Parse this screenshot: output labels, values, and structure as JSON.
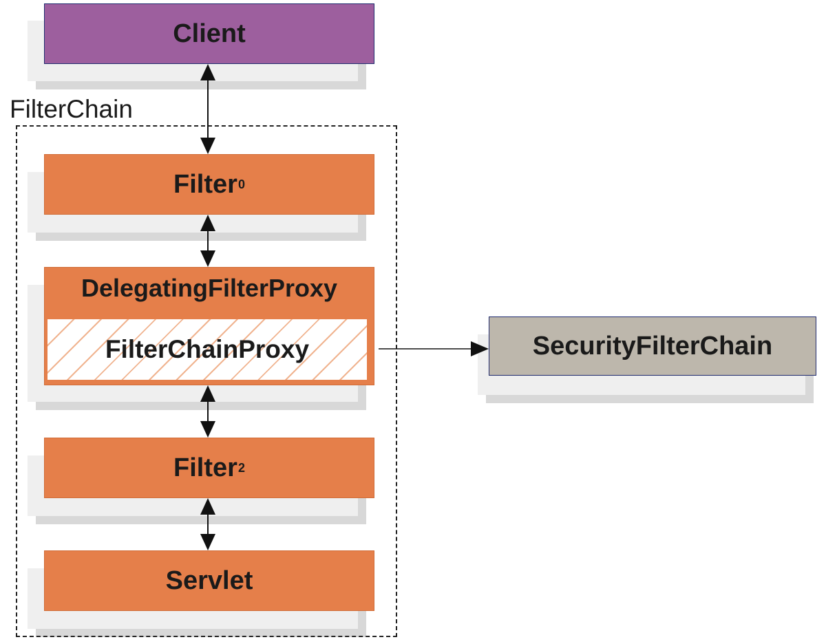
{
  "diagram": {
    "frame_label": "FilterChain",
    "client": {
      "label": "Client"
    },
    "filter0": {
      "label": "Filter",
      "sub": "0"
    },
    "delegating": {
      "label": "DelegatingFilterProxy"
    },
    "filter_chain_proxy": {
      "label": "FilterChainProxy"
    },
    "filter2": {
      "label": "Filter",
      "sub": "2"
    },
    "servlet": {
      "label": "Servlet"
    },
    "security_filter_chain": {
      "label": "SecurityFilterChain"
    }
  },
  "colors": {
    "client": "#9d5f9e",
    "filter": "#e57f4a",
    "security_filter_chain": "#bdb7ac",
    "border_navy": "#1f2a6e"
  }
}
